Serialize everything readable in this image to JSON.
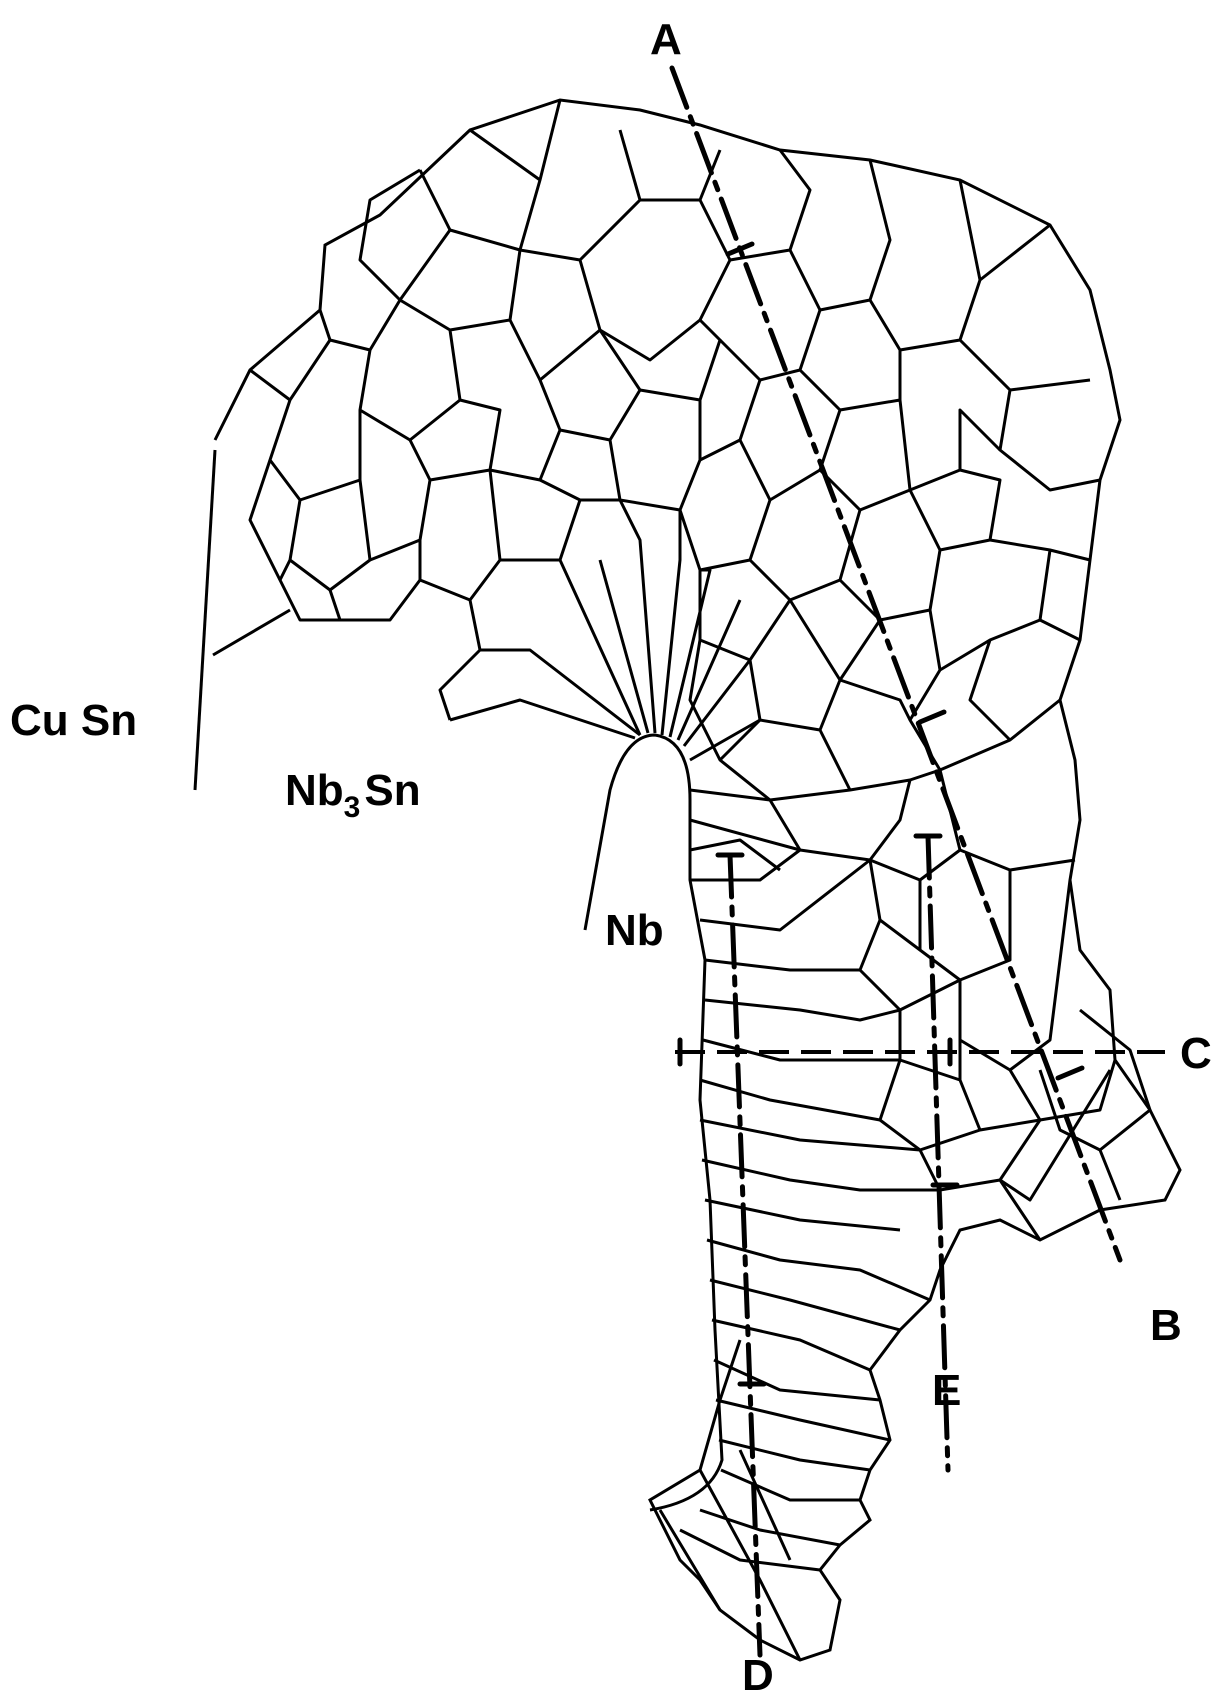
{
  "phase_labels": {
    "matrix": "Cu Sn",
    "compound_main": "Nb",
    "compound_sub": "3",
    "compound_tail": "Sn",
    "core": "Nb"
  },
  "scan_lines": {
    "a": "A",
    "b": "B",
    "c": "C",
    "d": "D",
    "e": "E"
  }
}
